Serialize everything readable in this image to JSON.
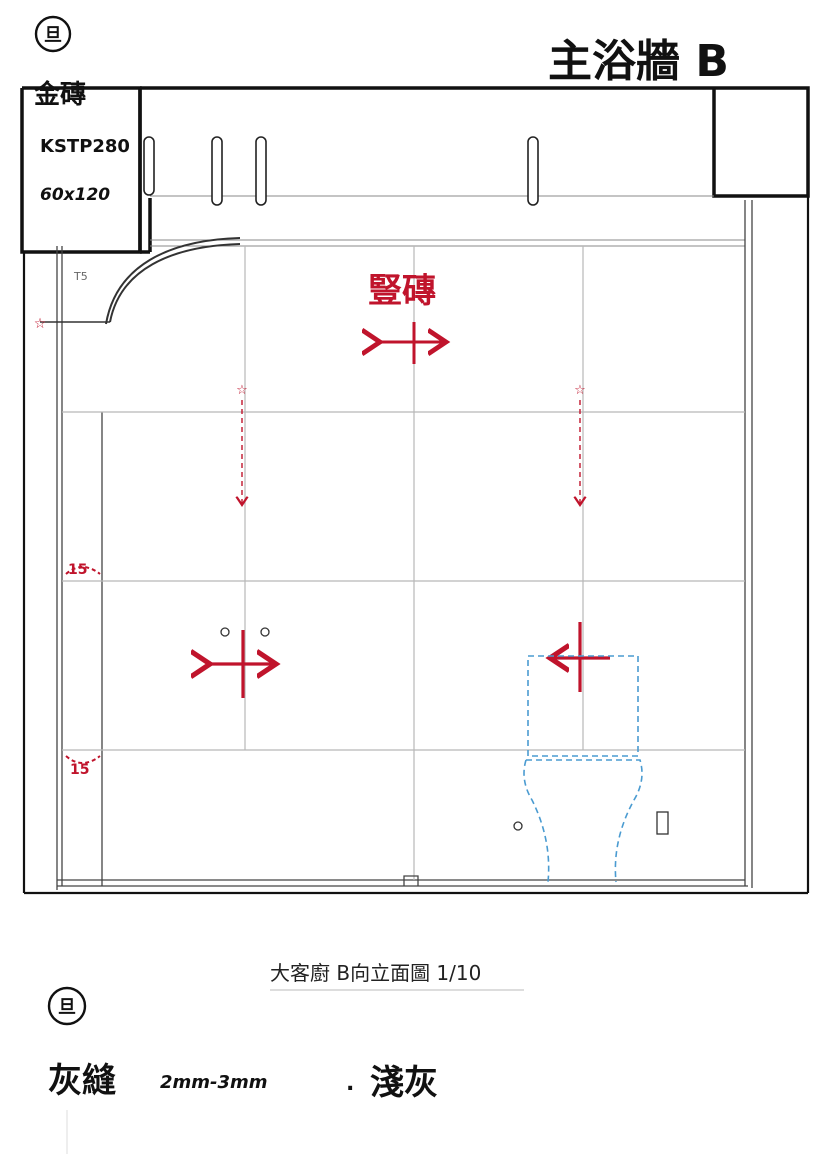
{
  "header": {
    "marker": "旦",
    "title": "主浴牆 B"
  },
  "tile_spec": {
    "material": "金磚",
    "code": "KSTP280",
    "size": "60x120"
  },
  "drawing": {
    "orientation_label": "豎磚",
    "corner_mark": "T5",
    "joint_offset_1": "15",
    "joint_offset_2": "15"
  },
  "caption": {
    "text": "大客廚 B向立面圖 1/10"
  },
  "footer": {
    "marker": "旦",
    "note_grout": "灰縫",
    "note_spec": "2mm-3mm",
    "note_separator": ".",
    "note_finish": "淺灰"
  },
  "colors": {
    "ink": "#111111",
    "markup_red": "#c0142c",
    "fixture_blue": "#4a9bd1",
    "grid": "#b8b8b8"
  }
}
